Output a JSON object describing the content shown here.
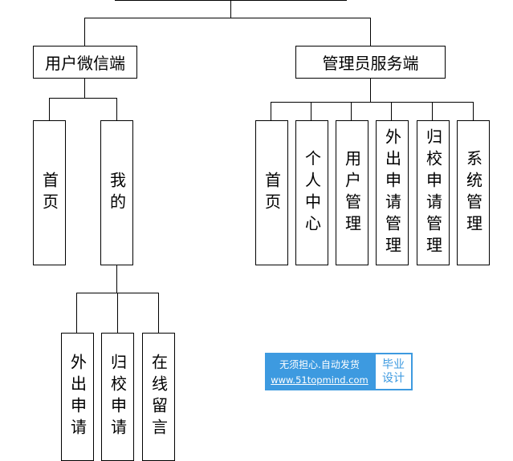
{
  "root_children": {
    "user": {
      "label": "用户微信端",
      "children": [
        "首页",
        "我的"
      ],
      "my_children": [
        "外出申请",
        "归校申请",
        "在线留言"
      ]
    },
    "admin": {
      "label": "管理员服务端",
      "children": [
        "首页",
        "个人中心",
        "用户管理",
        "外出申请管理",
        "归校申请管理",
        "系统管理"
      ]
    }
  },
  "watermark": {
    "line1": "无须担心.自动发货",
    "line2": "www.51topmind.com",
    "badge1": "毕业",
    "badge2": "设计"
  }
}
